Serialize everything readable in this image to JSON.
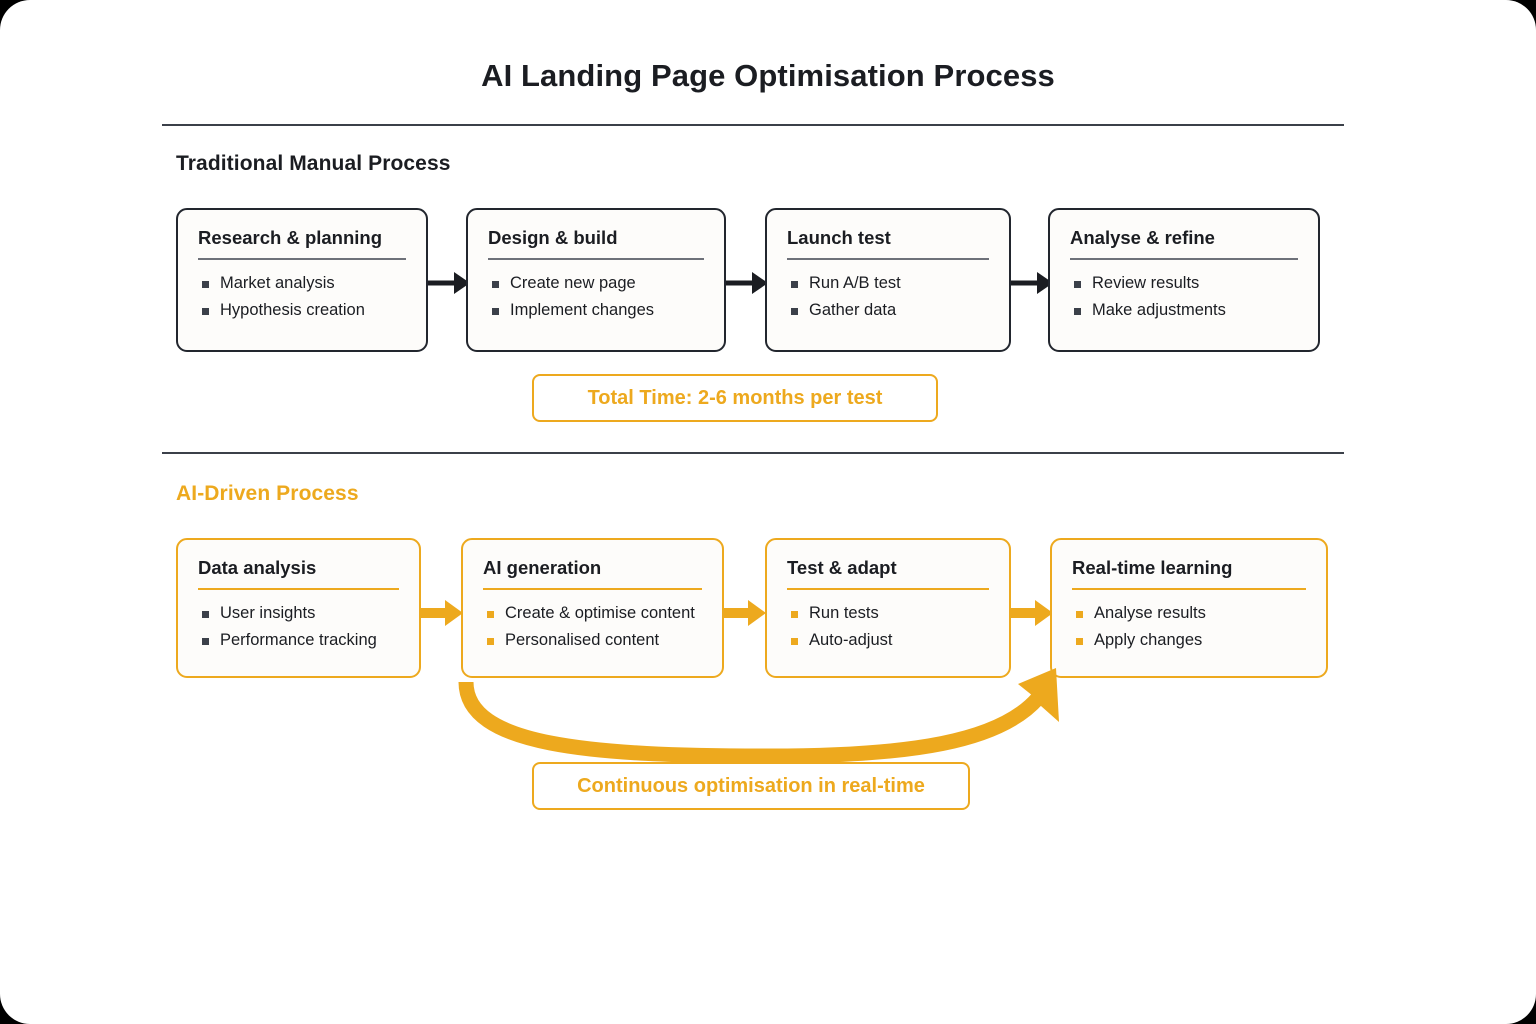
{
  "page": {
    "title": "AI Landing Page Optimisation Process",
    "accent_color": "#eda91e",
    "dark_color": "#22262e",
    "background": "#ffffff"
  },
  "sections": [
    {
      "id": "traditional",
      "heading": "Traditional Manual Process",
      "heading_color": "#1b1d22",
      "box_style": "dark",
      "arrow_color": "#1b1d22",
      "stages": [
        {
          "title": "Research & planning",
          "items": [
            "Market analysis",
            "Hypothesis creation"
          ]
        },
        {
          "title": "Design & build",
          "items": [
            "Create new page",
            "Implement changes"
          ]
        },
        {
          "title": "Launch test",
          "items": [
            "Run A/B test",
            "Gather data"
          ]
        },
        {
          "title": "Analyse & refine",
          "items": [
            "Review results",
            "Make adjustments"
          ]
        }
      ],
      "callout": "Total Time: 2-6 months per test"
    },
    {
      "id": "ai-driven",
      "heading": "AI-Driven Process",
      "heading_color": "#eda91e",
      "box_style": "gold",
      "arrow_color": "#eda91e",
      "stages": [
        {
          "title": "Data analysis",
          "items": [
            "User insights",
            "Performance tracking"
          ]
        },
        {
          "title": "AI generation",
          "items": [
            "Create & optimise content",
            "Personalised content"
          ]
        },
        {
          "title": "Test & adapt",
          "items": [
            "Run tests",
            "Auto-adjust"
          ]
        },
        {
          "title": "Real-time learning",
          "items": [
            "Analyse results",
            "Apply changes"
          ]
        }
      ],
      "callout": "Continuous optimisation in real-time"
    }
  ],
  "icons": {
    "arrow_right": "arrow-right-icon",
    "feedback_loop": "feedback-loop-arrow-icon"
  }
}
